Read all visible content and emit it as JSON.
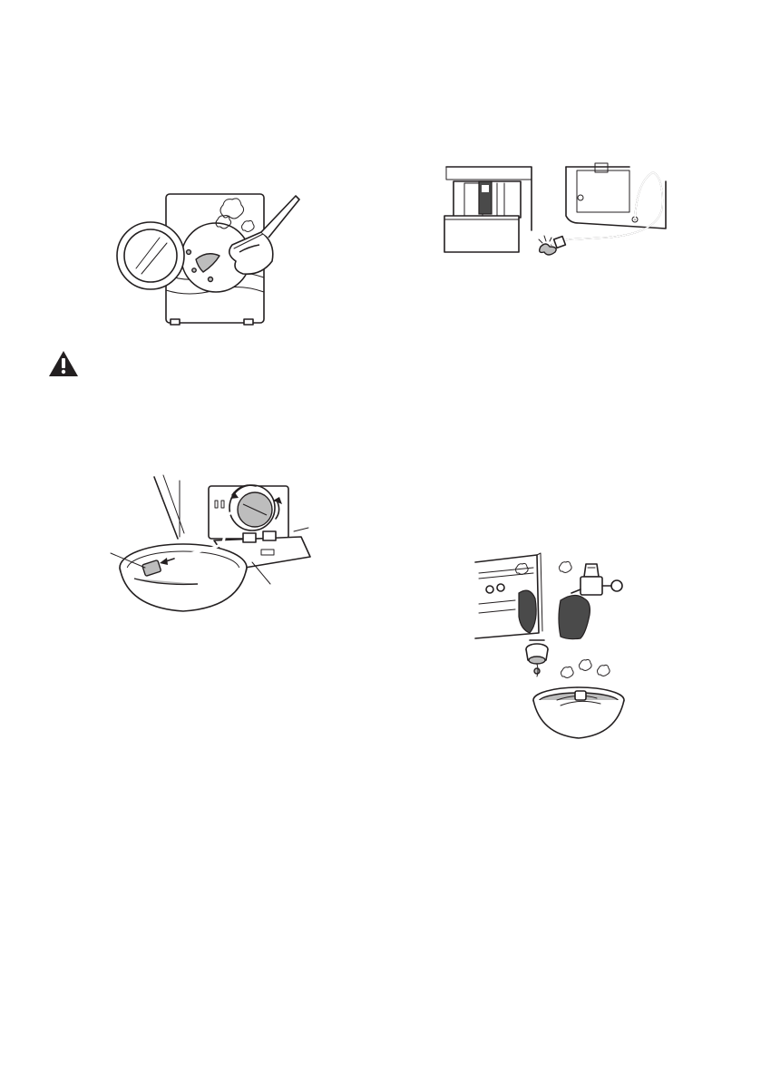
{
  "figures": [
    {
      "id": "washer-hot-water",
      "icon": "washer-pouring-hot-water-illustration"
    },
    {
      "id": "warning",
      "icon": "warning-triangle-icon"
    },
    {
      "id": "drain-pump",
      "icon": "drain-pump-filter-illustration"
    },
    {
      "id": "drawer-hose",
      "icon": "detergent-drawer-and-hose-illustration"
    },
    {
      "id": "inlet-filter",
      "icon": "inlet-filter-warm-water-illustration"
    }
  ],
  "colors": {
    "line": "#231f20",
    "fill_grey": "#bdbdbd",
    "background": "#ffffff"
  }
}
